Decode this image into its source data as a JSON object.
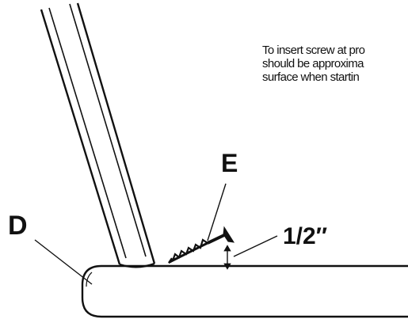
{
  "instructions": {
    "lines": [
      "To insert screw at pro",
      "should be approxima",
      "surface when startin"
    ]
  },
  "labels": {
    "part_d": "D",
    "part_e": "E",
    "dimension": "1/2″"
  },
  "colors": {
    "ink": "#111111",
    "background": "#ffffff"
  }
}
